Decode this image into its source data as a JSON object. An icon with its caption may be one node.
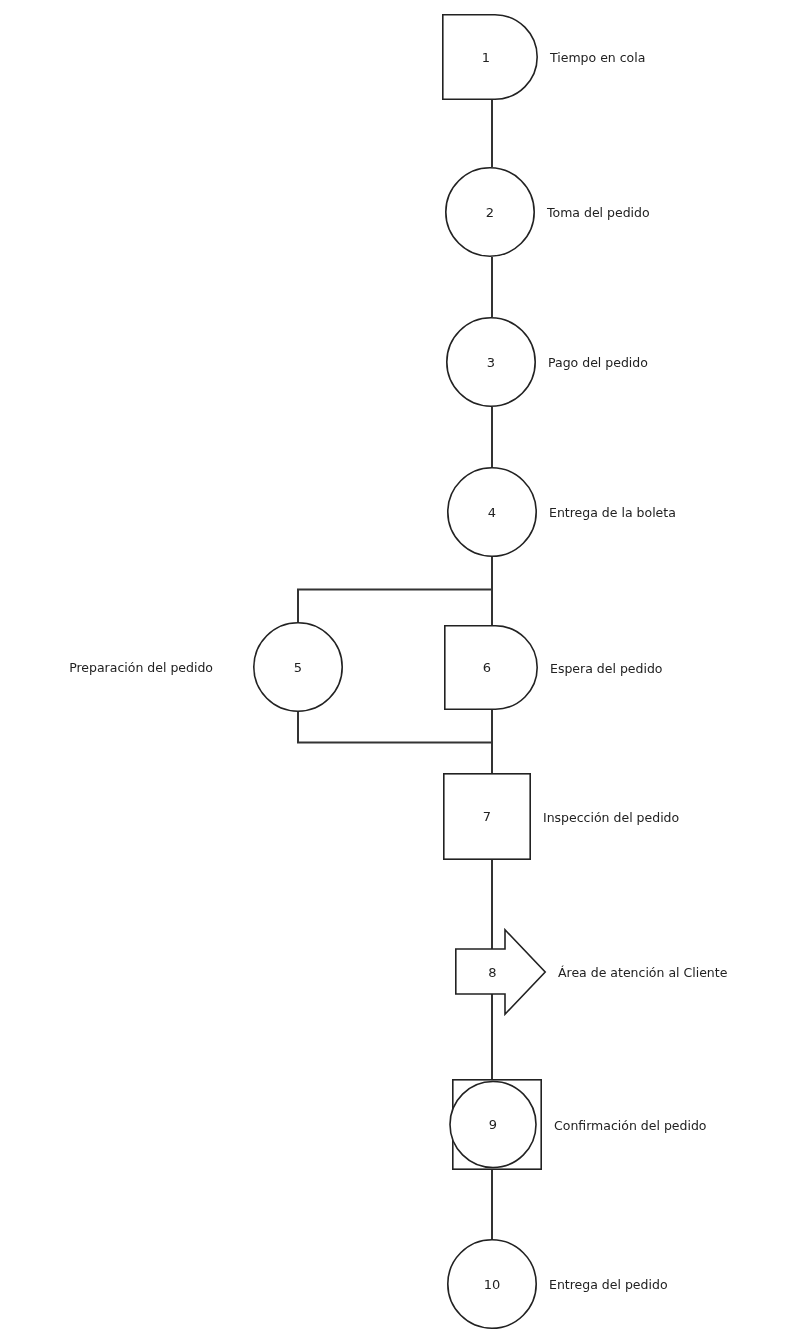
{
  "diagram": {
    "nodes": [
      {
        "text": [
          "1"
        ],
        "beside": [
          "Tiempo en cola"
        ]
      },
      {
        "text": [
          "2"
        ],
        "beside": [
          "Toma del pedido"
        ]
      },
      {
        "text": [
          "3"
        ],
        "beside": [
          "Pago del pedido"
        ]
      },
      {
        "text": [
          "4"
        ],
        "beside": [
          "Entrega de la boleta"
        ]
      },
      {
        "text": [
          "5"
        ],
        "beside": [
          "Preparación del pedido"
        ]
      },
      {
        "text": [
          "6"
        ],
        "beside": [
          "Espera del pedido"
        ]
      },
      {
        "text": [
          "7"
        ],
        "beside": [
          "Inspección del pedido"
        ]
      },
      {
        "text": [
          "8"
        ],
        "beside": [
          "Área de atención al Cliente"
        ]
      },
      {
        "text": [
          "9"
        ],
        "beside": [
          "Confirmación del pedido"
        ]
      },
      {
        "text": [
          "10"
        ],
        "beside": [
          "Entrega del pedido"
        ]
      }
    ],
    "edges": [
      {
        "from": 0,
        "to": 1,
        "arrow": "none"
      },
      {
        "from": 1,
        "to": 2,
        "arrow": "none"
      },
      {
        "from": 2,
        "to": 3,
        "arrow": "none"
      },
      {
        "from": 3,
        "to": 4,
        "arrow": "none"
      },
      {
        "from": 3,
        "to": 5,
        "arrow": "none"
      },
      {
        "from": 4,
        "to": 6,
        "arrow": "none"
      },
      {
        "from": 5,
        "to": 6,
        "arrow": "none"
      },
      {
        "from": 6,
        "to": 7,
        "arrow": "none"
      },
      {
        "from": 7,
        "to": 8,
        "arrow": "none"
      },
      {
        "from": 8,
        "to": 9,
        "arrow": "none"
      }
    ]
  }
}
